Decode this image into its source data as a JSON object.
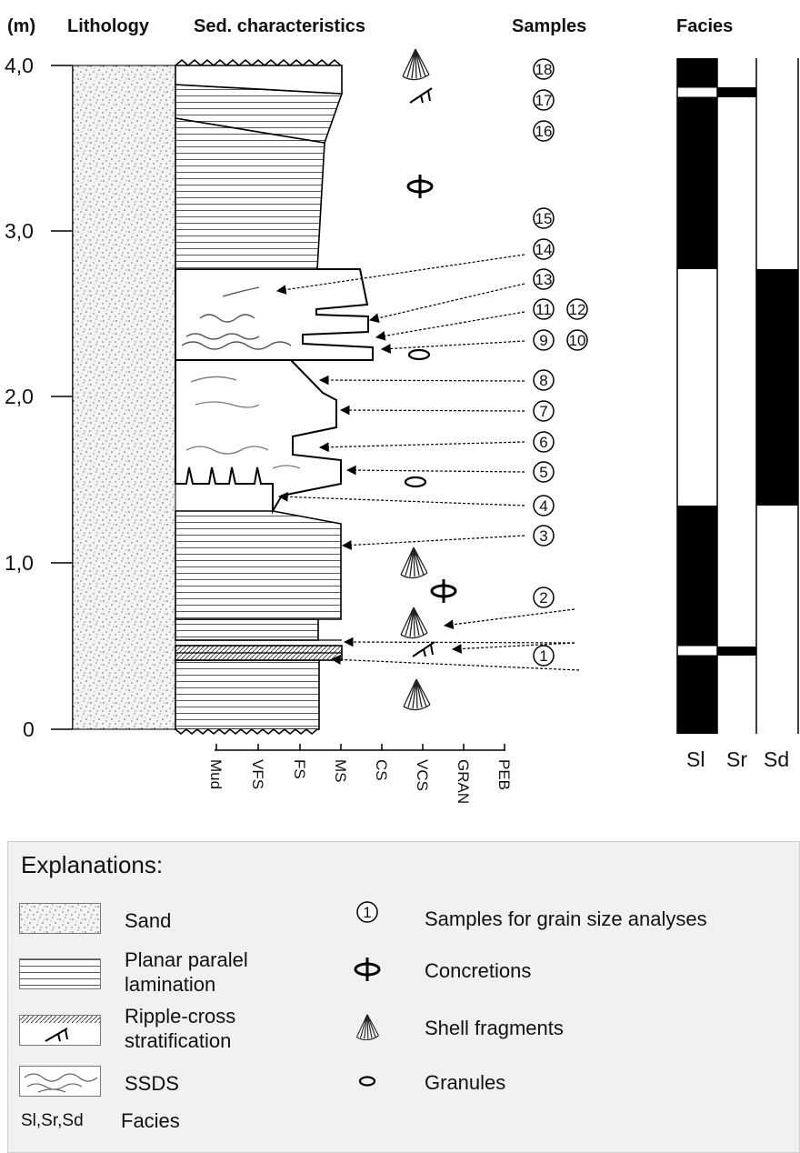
{
  "headers": {
    "unit": "(m)",
    "lithology": "Lithology",
    "sed": "Sed. characteristics",
    "samples": "Samples",
    "facies": "Facies"
  },
  "depth_ticks": [
    "0",
    "1,0",
    "2,0",
    "3,0",
    "4,0"
  ],
  "grain_sizes": [
    "Mud",
    "VFS",
    "FS",
    "MS",
    "CS",
    "VCS",
    "GRAN",
    "PEB"
  ],
  "samples": [
    "1",
    "2",
    "3",
    "4",
    "5",
    "6",
    "7",
    "8",
    "9",
    "10",
    "11",
    "12",
    "13",
    "14",
    "15",
    "16",
    "17",
    "18"
  ],
  "facies_labels": [
    "Sl",
    "Sr",
    "Sd"
  ],
  "legend": {
    "title": "Explanations:",
    "sand": "Sand",
    "planar_1": "Planar paralel",
    "planar_2": "lamination",
    "ripple_1": "Ripple-cross",
    "ripple_2": "stratification",
    "ssds": "SSDS",
    "samples_num": "1",
    "samples": "Samples for grain size analyses",
    "concretions": "Concretions",
    "shells": "Shell fragments",
    "granules": "Granules",
    "facies_code": "Sl,Sr,Sd",
    "facies": "Facies"
  }
}
